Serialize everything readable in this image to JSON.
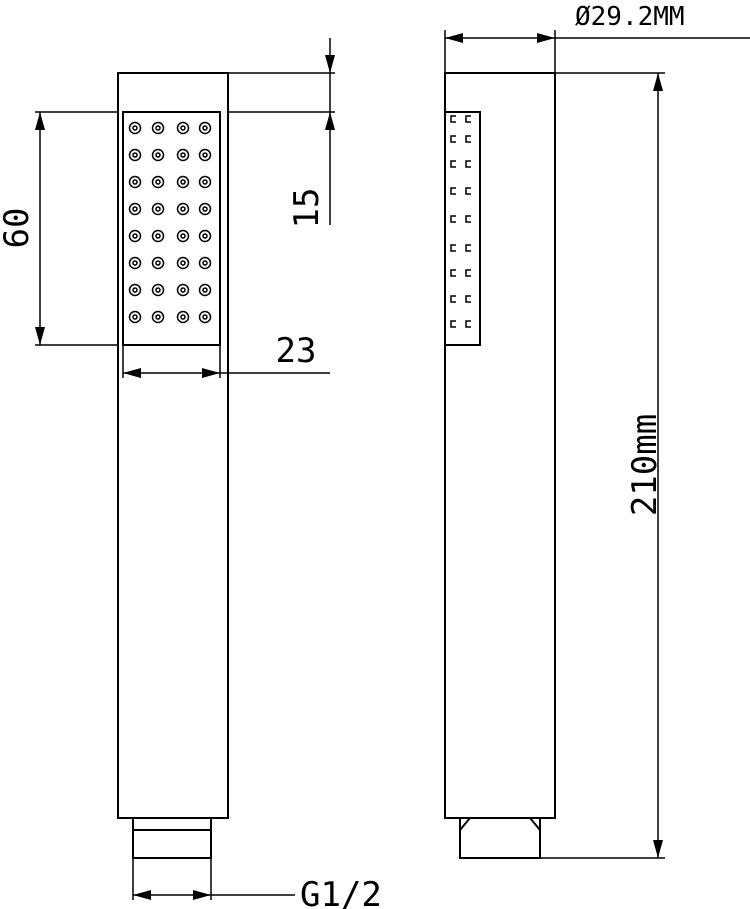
{
  "drawing": {
    "labels": {
      "head_length": "60",
      "head_offset": "15",
      "head_width": "23",
      "connector_thread": "G1/2",
      "diameter": "Ø29.2MM",
      "total_length": "210mm"
    },
    "front_nozzles": {
      "rows": 8,
      "cols": 4
    },
    "side_nozzles": {
      "rows": 9,
      "cols": 2
    },
    "line_color": "#000000",
    "background": "#ffffff"
  }
}
